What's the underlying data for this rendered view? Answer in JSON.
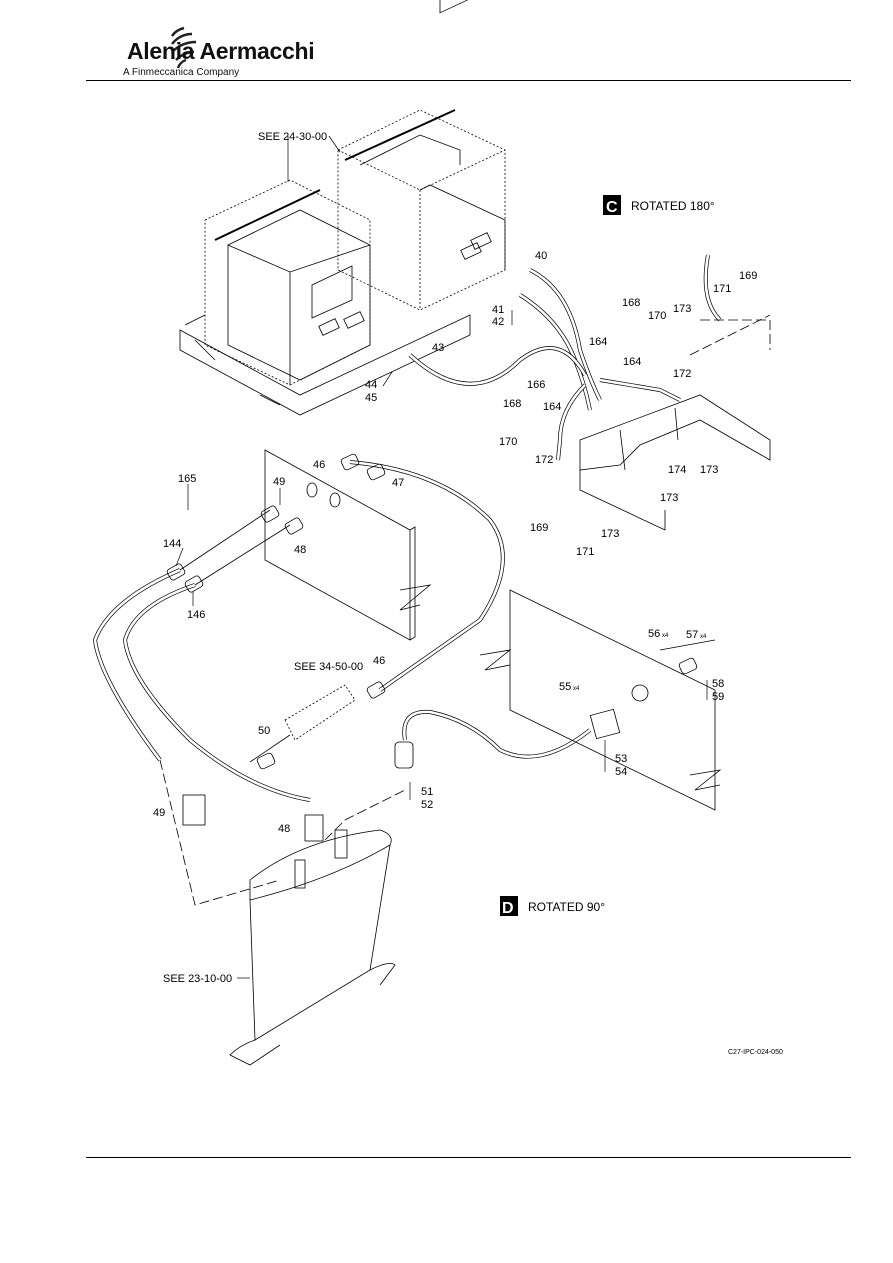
{
  "header": {
    "company": "Alenia Aermacchi",
    "tagline": "A Finmeccanica Company"
  },
  "drawing": {
    "references": {
      "ref_243000": "SEE 24-30-00",
      "ref_345000": "SEE 34-50-00",
      "ref_231000": "SEE 23-10-00"
    },
    "views": {
      "c_letter": "C",
      "c_caption": "ROTATED 180°",
      "d_letter": "D",
      "d_caption": "ROTATED 90°"
    },
    "drawing_id": "C27-IPC-024-050",
    "callouts": {
      "c40": "40",
      "c41": "41",
      "c42": "42",
      "c43": "43",
      "c44": "44",
      "c45": "45",
      "c164a": "164",
      "c164b": "164",
      "c164c": "164",
      "c166": "166",
      "c168a": "168",
      "c168b": "168",
      "c169a": "169",
      "c169b": "169",
      "c170a": "170",
      "c170b": "170",
      "c171a": "171",
      "c171b": "171",
      "c172a": "172",
      "c172b": "172",
      "c173a": "173",
      "c173b": "173",
      "c173c": "173",
      "c173d": "173",
      "c174": "174",
      "c165": "165",
      "c144": "144",
      "c146": "146",
      "c49a": "49",
      "c48a": "48",
      "c46a": "46",
      "c47": "47",
      "c46b": "46",
      "c50": "50",
      "c51": "51",
      "c52": "52",
      "c53": "53",
      "c54": "54",
      "c55": "55",
      "c55q": "x4",
      "c56": "56",
      "c56q": "x4",
      "c57": "57",
      "c57q": "x4",
      "c58": "58",
      "c59": "59",
      "c49b": "49",
      "c48b": "48"
    }
  }
}
